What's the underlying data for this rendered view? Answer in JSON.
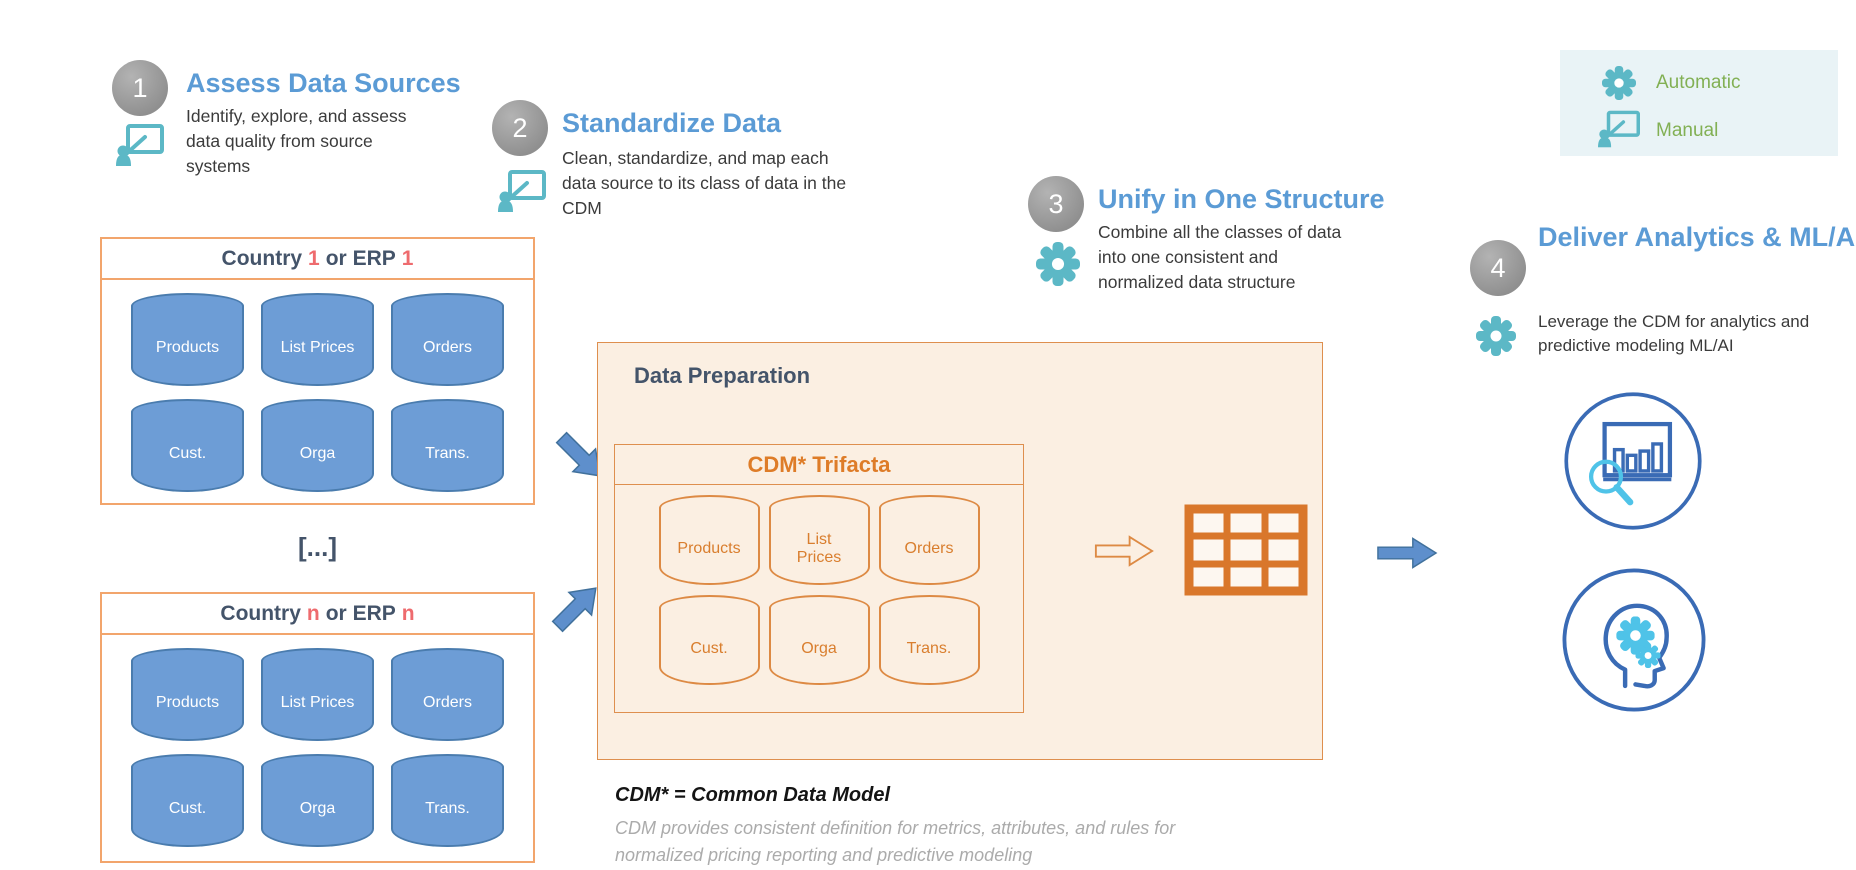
{
  "colors": {
    "step_title_blue": "#5B9BD5",
    "navy": "#44546A",
    "orange_accent": "#DE7C28",
    "red_accent": "#EE6B6E",
    "teal_icon": "#5CB8C6",
    "green_legend": "#82B054",
    "cylinder_blue": "#6D9DD6",
    "lightblue_icon": "#4FC3E8"
  },
  "steps": [
    {
      "number": "1",
      "title": "Assess Data Sources",
      "description": "Identify, explore, and assess data quality from source systems",
      "icon": "presenter-icon"
    },
    {
      "number": "2",
      "title": "Standardize Data",
      "description": "Clean, standardize, and map each data source to its class of data in the CDM",
      "icon": "presenter-icon"
    },
    {
      "number": "3",
      "title": "Unify in One Structure",
      "description": "Combine all the classes of data into one consistent and normalized data structure",
      "icon": "gear-icon"
    },
    {
      "number": "4",
      "title": "Deliver Analytics & ML/AI",
      "description": "Leverage the CDM for analytics and predictive modeling ML/AI",
      "icon": "gear-icon"
    }
  ],
  "legend": {
    "items": [
      {
        "icon": "gear-icon",
        "label": "Automatic"
      },
      {
        "icon": "presenter-icon",
        "label": "Manual"
      }
    ]
  },
  "sources": {
    "groups": [
      {
        "title_parts": [
          "Country",
          "1",
          "or ERP",
          "1"
        ],
        "databases": [
          "Products",
          "List Prices",
          "Orders",
          "Cust.",
          "Orga",
          "Trans."
        ]
      },
      {
        "title_parts": [
          "Country",
          "n",
          "or ERP",
          "n"
        ],
        "databases": [
          "Products",
          "List Prices",
          "Orders",
          "Cust.",
          "Orga",
          "Trans."
        ]
      }
    ],
    "ellipsis": "[...]"
  },
  "data_preparation": {
    "title": "Data Preparation",
    "cdm_title": "CDM* Trifacta",
    "databases": [
      "Products",
      "List Prices",
      "Orders",
      "Cust.",
      "Orga",
      "Trans."
    ]
  },
  "output_icons": [
    "analytics-magnifier-icon",
    "head-gears-icon"
  ],
  "footnote": {
    "title": "CDM* = Common Data Model",
    "line1": "CDM provides consistent definition for metrics, attributes, and rules for",
    "line2": "normalized pricing reporting and predictive modeling"
  }
}
